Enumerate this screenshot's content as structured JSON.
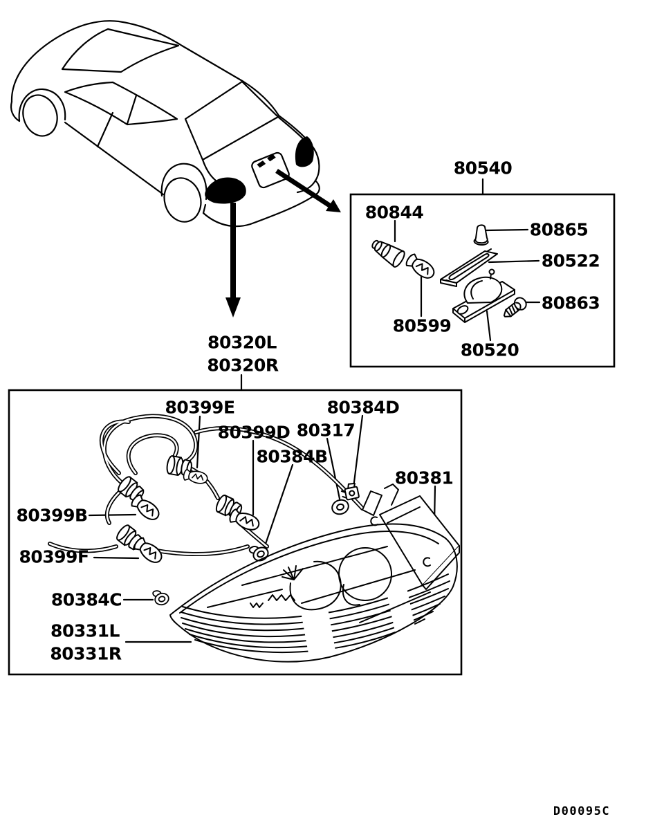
{
  "colors": {
    "ink": "#000000",
    "paper": "#ffffff"
  },
  "license_plate_lamp_box": {
    "p80540": "80540",
    "p80844": "80844",
    "p80865": "80865",
    "p80522": "80522",
    "p80863": "80863",
    "p80599": "80599",
    "p80520": "80520"
  },
  "rear_combination_lamp_box": {
    "p80320L": "80320L",
    "p80320R": "80320R",
    "p80399E": "80399E",
    "p80399D": "80399D",
    "p80384B": "80384B",
    "p80317": "80317",
    "p80384D": "80384D",
    "p80381": "80381",
    "p80399B": "80399B",
    "p80399F": "80399F",
    "p80384C": "80384C",
    "p80331L": "80331L",
    "p80331R": "80331R"
  },
  "footer": {
    "drawing_code": "D00095C"
  }
}
